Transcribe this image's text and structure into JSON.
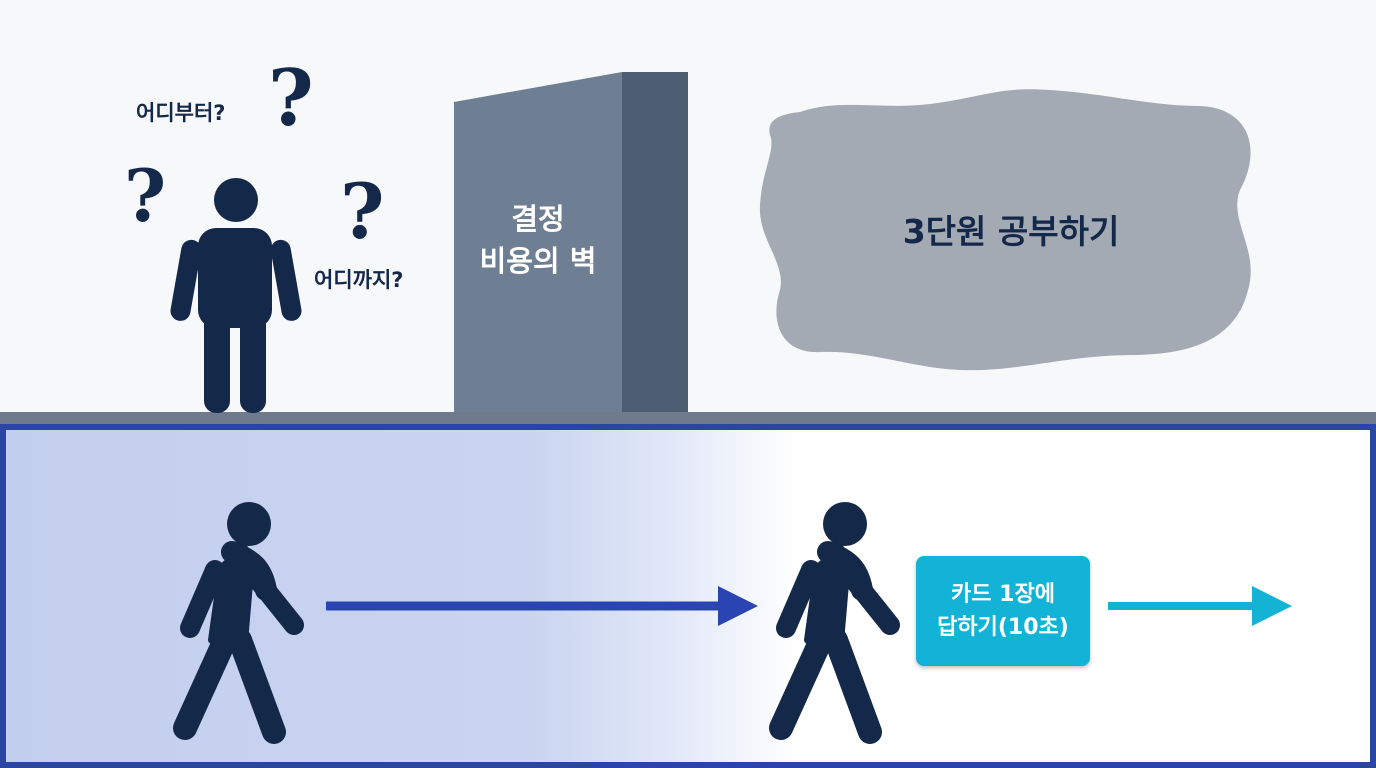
{
  "top": {
    "question_labels": {
      "where_from": "어디부터?",
      "where_to": "어디까지?"
    },
    "question_mark": "?",
    "wall": {
      "line1": "결정",
      "line2": "비용의 벽"
    },
    "cloud": {
      "label": "3단원 공부하기"
    }
  },
  "bottom": {
    "action_box": {
      "line1": "카드 1장에",
      "line2": "답하기(10초)"
    }
  },
  "colors": {
    "figure": "#14284a",
    "wall_front": "#6f7f93",
    "wall_side": "#4d5e72",
    "cloud": "#a3aab4",
    "panel_border": "#2a45a3",
    "arrow_blue": "#2a45b3",
    "arrow_cyan": "#14b3d6",
    "action_box": "#12b3d6"
  }
}
